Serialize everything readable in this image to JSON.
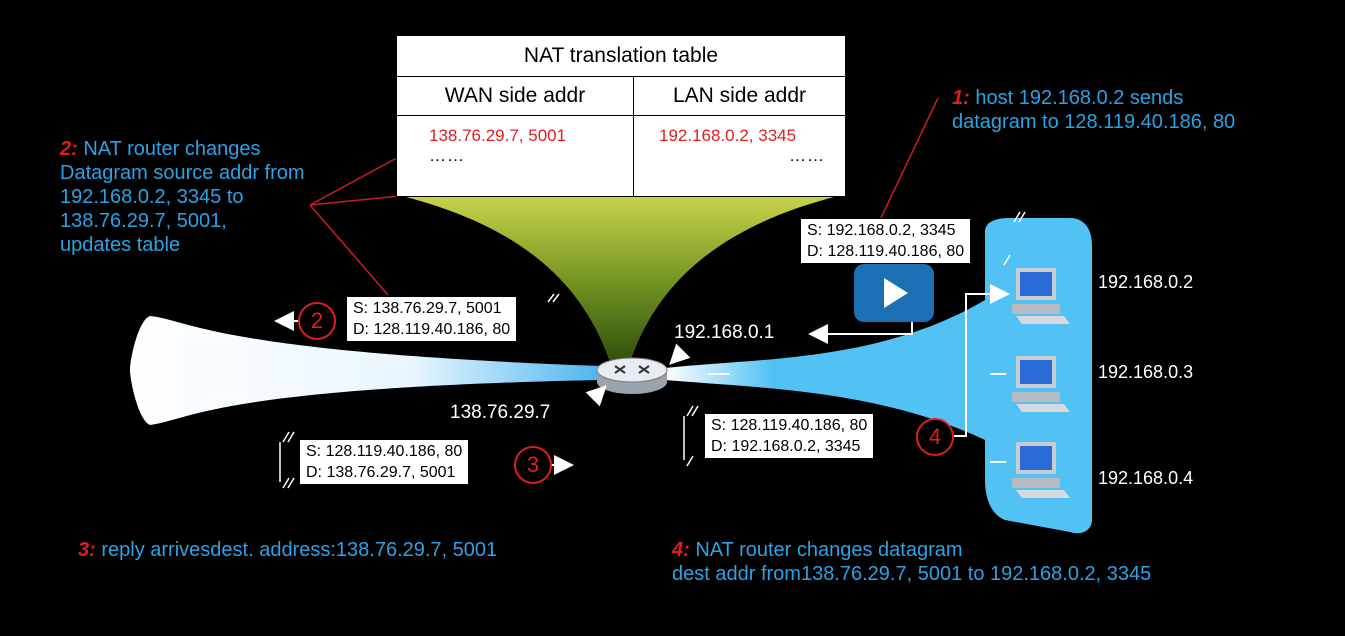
{
  "table": {
    "title": "NAT translation table",
    "col_wan": "WAN side addr",
    "col_lan": "LAN side addr",
    "row1_wan": "138.76.29.7, 5001",
    "row1_lan": "192.168.0.2, 3345",
    "row2_wan": "……",
    "row2_lan": "……"
  },
  "step1": {
    "num": "1:",
    "line1": "host 192.168.0.2 sends",
    "line2": "datagram to 128.119.40.186, 80"
  },
  "step2": {
    "num": "2:",
    "line1": "NAT router changes",
    "line2": "Datagram source addr from",
    "line3": "192.168.0.2, 3345 to",
    "line4": "138.76.29.7, 5001,",
    "line5": "updates table"
  },
  "step3": {
    "num": "3:",
    "text": "reply arrivesdest. address:138.76.29.7, 5001"
  },
  "step4": {
    "num": "4:",
    "line1": "NAT router changes datagram",
    "line2": "dest addr from138.76.29.7, 5001 to 192.168.0.2, 3345"
  },
  "packets": {
    "p1": {
      "s": "S: 192.168.0.2, 3345",
      "d": "D: 128.119.40.186, 80"
    },
    "p2": {
      "s": "S: 138.76.29.7, 5001",
      "d": "D: 128.119.40.186, 80"
    },
    "p3": {
      "s": "S: 128.119.40.186, 80",
      "d": "D: 138.76.29.7, 5001"
    },
    "p4": {
      "s": "S: 128.119.40.186, 80",
      "d": "D: 192.168.0.2, 3345"
    }
  },
  "labels": {
    "router_lan_ip": "192.168.0.1",
    "router_wan_ip": "138.76.29.7",
    "host1": "192.168.0.2",
    "host2": "192.168.0.3",
    "host3": "192.168.0.4",
    "c2": "2",
    "c3": "3",
    "c4": "4"
  },
  "colors": {
    "step_blue": "#2aa3e6",
    "step_red": "#e01e1e",
    "lan_blue": "#52c2f5",
    "funnel_green": "#6b8e1f",
    "play_blue": "#1a6fb5"
  },
  "icons": {
    "router": "router-icon",
    "host": "desktop-computer-icon",
    "play": "play-button-icon"
  }
}
